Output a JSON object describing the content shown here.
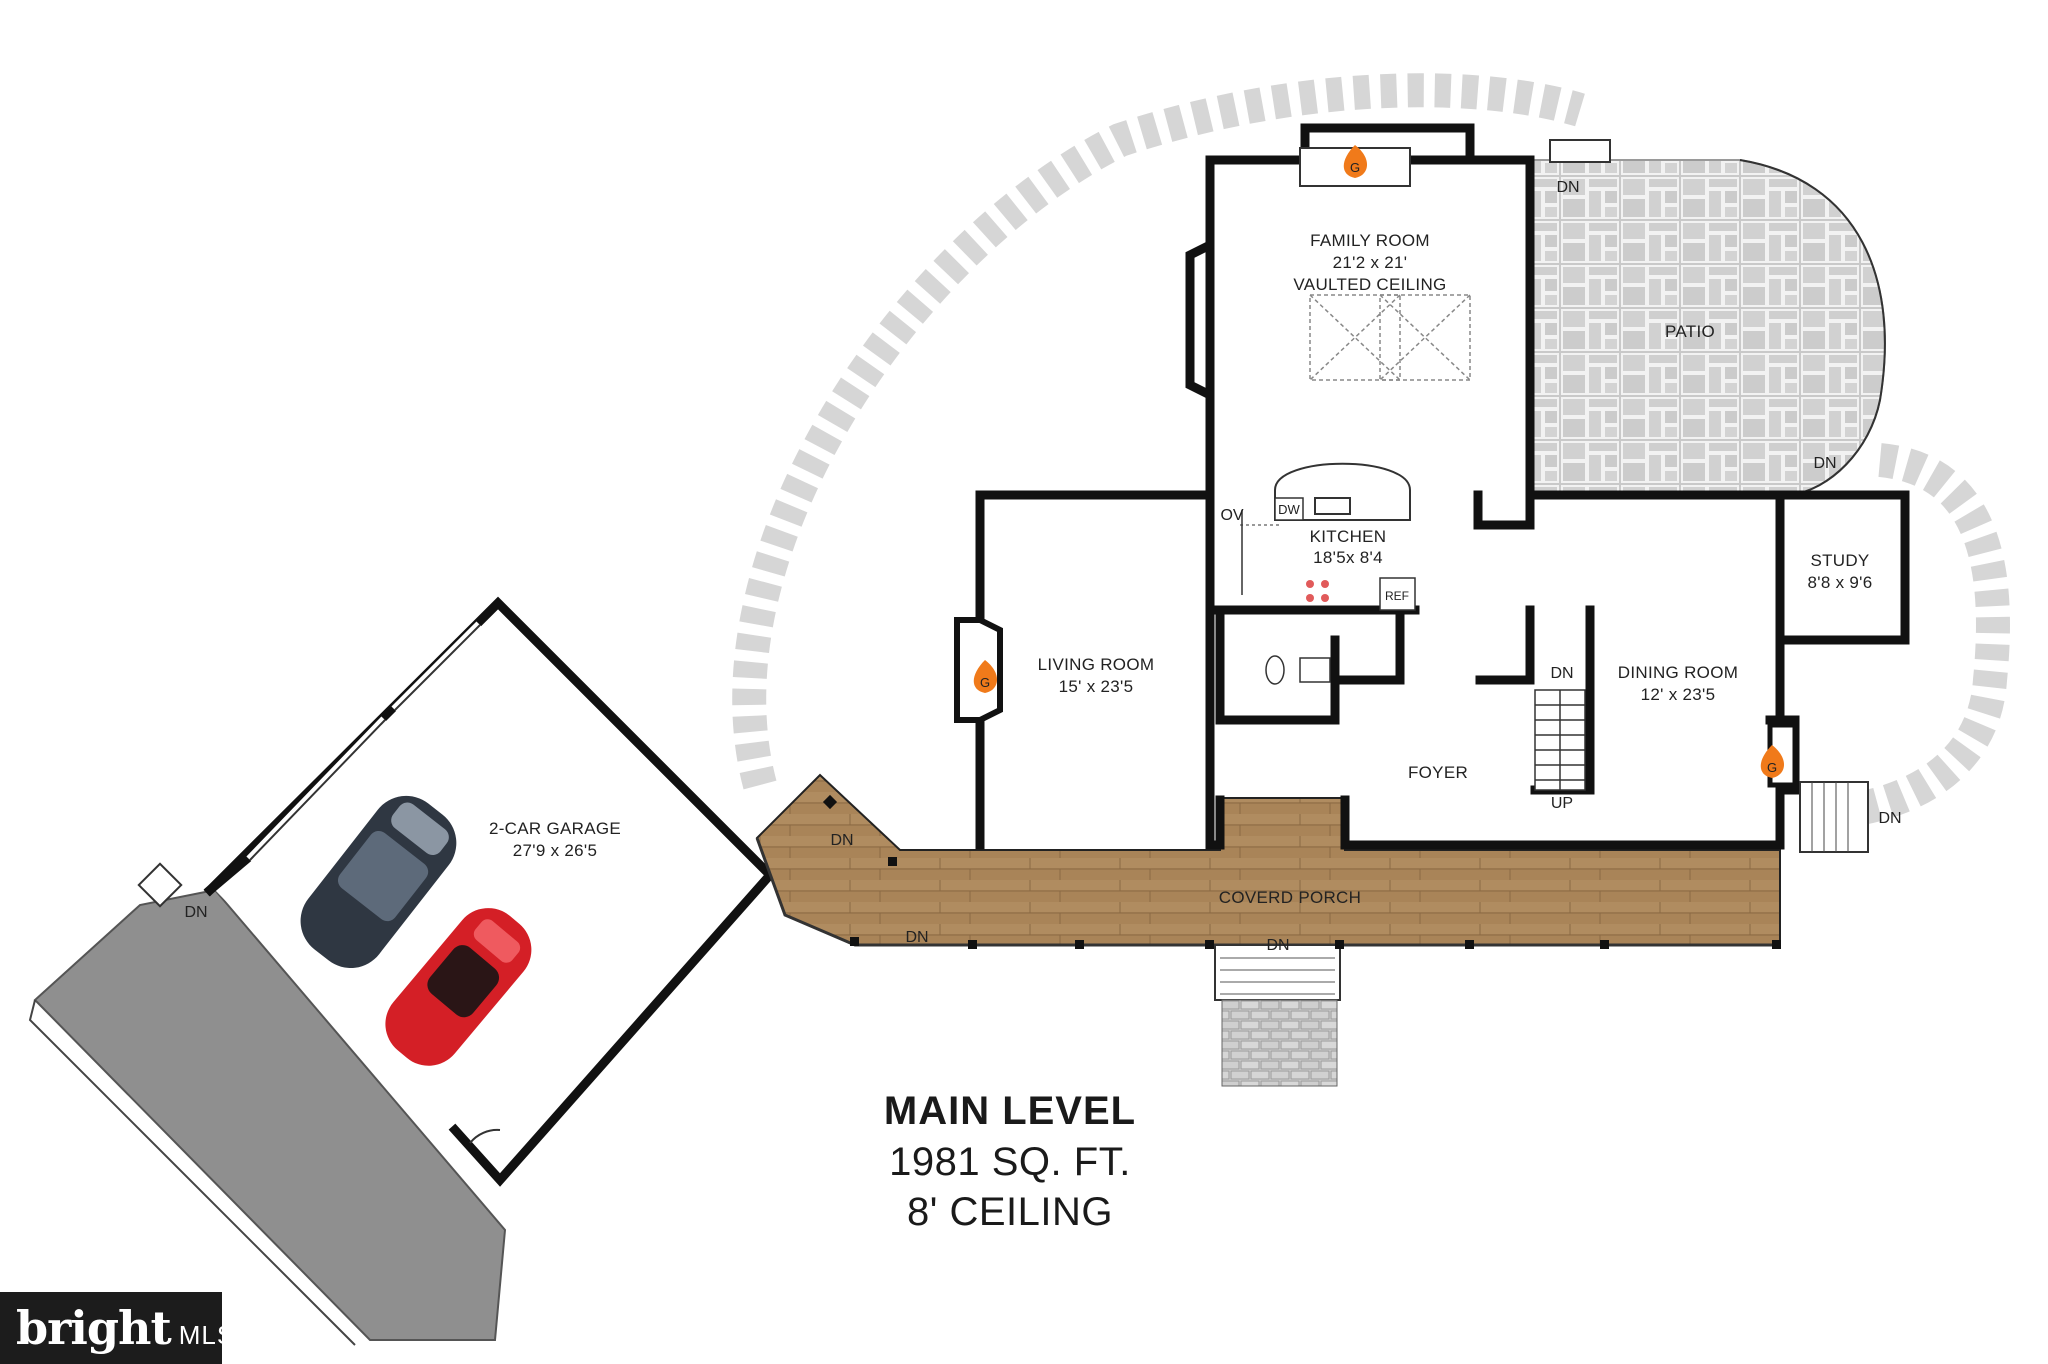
{
  "title": {
    "main": "MAIN LEVEL",
    "area": "1981 SQ. FT.",
    "ceiling": "8' CEILING"
  },
  "rooms": {
    "family_room": {
      "name": "FAMILY ROOM",
      "size": "21'2 x 21'",
      "note": "VAULTED CEILING"
    },
    "patio": {
      "name": "PATIO"
    },
    "kitchen": {
      "name": "KITCHEN",
      "size": "18'5x 8'4"
    },
    "living_room": {
      "name": "LIVING ROOM",
      "size": "15' x 23'5"
    },
    "study": {
      "name": "STUDY",
      "size": "8'8 x 9'6"
    },
    "dining_room": {
      "name": "DINING ROOM",
      "size": "12' x 23'5"
    },
    "foyer": {
      "name": "FOYER"
    },
    "garage": {
      "name": "2-CAR GARAGE",
      "size": "27'9 x 26'5"
    },
    "porch": {
      "name": "COVERD PORCH"
    }
  },
  "fixtures": {
    "oven": "OV",
    "dishwasher": "DW",
    "refrigerator": "REF",
    "gas_symbol": "G"
  },
  "stair_labels": {
    "down": "DN",
    "up": "UP"
  },
  "badge": {
    "brand": "bright",
    "suffix": "MLS"
  },
  "colors": {
    "wall": "#111111",
    "porch_wood": "#a98458",
    "patio_stone": "#c9c9c9",
    "driveway": "#8f8f8f",
    "walkway_pavers": "#d3d3d3",
    "fireplace_flame": "#f07a1a",
    "car_dark": "#2f3742",
    "car_red": "#d41f26"
  }
}
